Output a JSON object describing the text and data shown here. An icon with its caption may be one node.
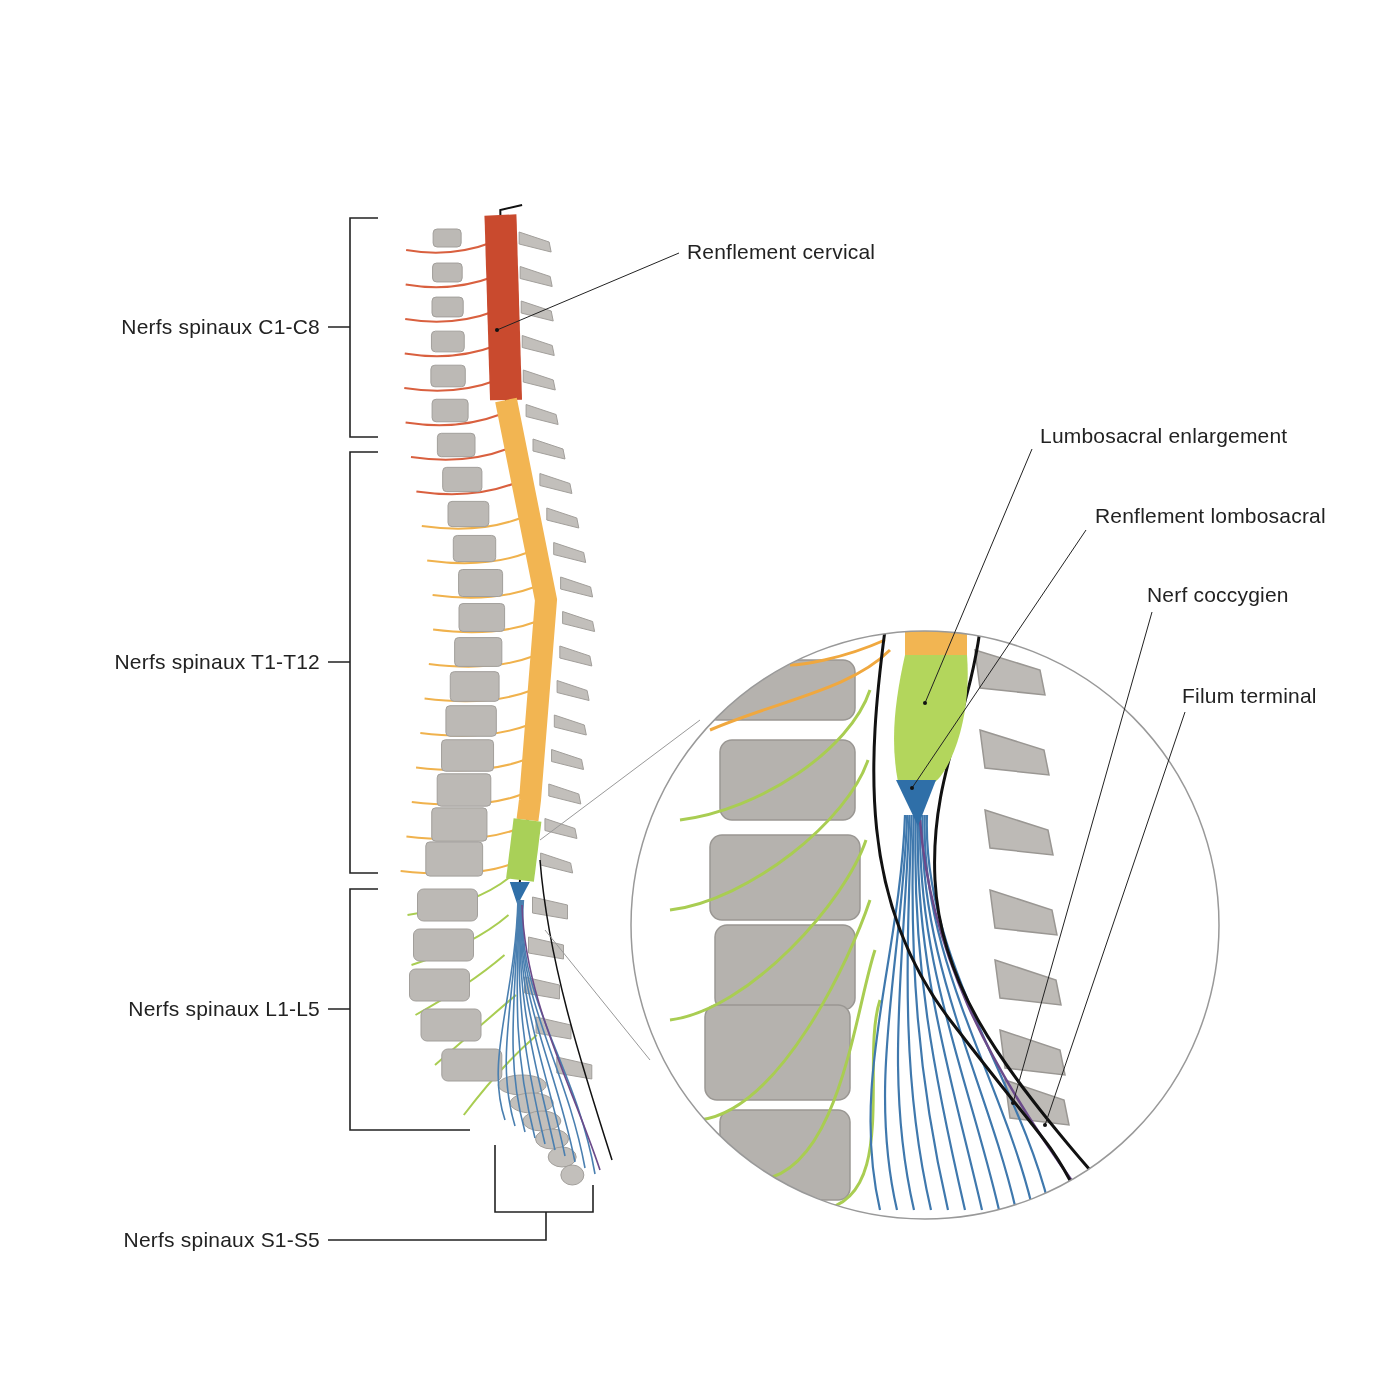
{
  "diagram": {
    "nodes": [
      {
        "text": [
          "Renflement cervical"
        ]
      },
      {
        "text": [
          "Lumbosacral enlargement"
        ]
      },
      {
        "text": [
          "Renflement lombosacral"
        ]
      },
      {
        "text": [
          "Nerf coccygien"
        ]
      },
      {
        "text": [
          "Filum terminal"
        ]
      }
    ],
    "edges": [
      {
        "from": 0,
        "to": null,
        "arrow": "other"
      },
      {
        "from": 1,
        "to": null,
        "arrow": "other"
      },
      {
        "from": 2,
        "to": null,
        "arrow": "other"
      },
      {
        "from": 3,
        "to": null,
        "arrow": "other"
      },
      {
        "from": 4,
        "to": null,
        "arrow": "other"
      }
    ],
    "labels": [
      "Nerfs spinaux C1-C8",
      "Nerfs spinaux T1-T12",
      "Nerfs spinaux L1-L5",
      "Nerfs spinaux S1-S5"
    ]
  }
}
